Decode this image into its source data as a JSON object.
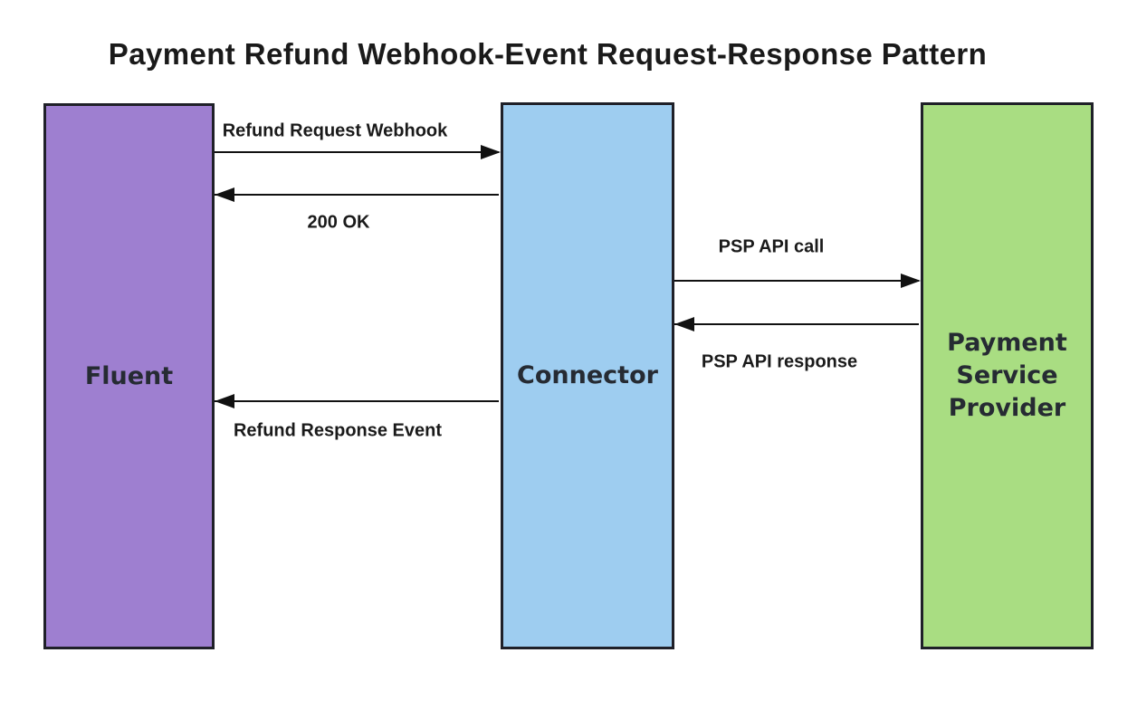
{
  "title": "Payment Refund Webhook-Event Request-Response Pattern",
  "actors": [
    {
      "id": "fluent",
      "label": "Fluent",
      "fill": "#9e7fd0"
    },
    {
      "id": "connector",
      "label": "Connector",
      "fill": "#9ecdf0"
    },
    {
      "id": "psp",
      "label": "Payment Service Provider",
      "fill": "#a9dd82"
    }
  ],
  "messages": [
    {
      "label": "Refund Request Webhook",
      "from": "fluent",
      "to": "connector",
      "direction": "right",
      "label_position": "above"
    },
    {
      "label": "200 OK",
      "from": "connector",
      "to": "fluent",
      "direction": "left",
      "label_position": "below"
    },
    {
      "label": "PSP API call",
      "from": "connector",
      "to": "psp",
      "direction": "right",
      "label_position": "above"
    },
    {
      "label": "PSP API response",
      "from": "psp",
      "to": "connector",
      "direction": "left",
      "label_position": "below"
    },
    {
      "label": "Refund Response Event",
      "from": "connector",
      "to": "fluent",
      "direction": "left",
      "label_position": "below"
    }
  ],
  "colors": {
    "background": "#ffffff",
    "box_border": "#1f2028",
    "arrow": "#111111",
    "title_text": "#1a1a1a",
    "box_label_text": "#262b33",
    "fluent_fill": "#9e7fd0",
    "connector_fill": "#9ecdf0",
    "psp_fill": "#a9dd82"
  }
}
